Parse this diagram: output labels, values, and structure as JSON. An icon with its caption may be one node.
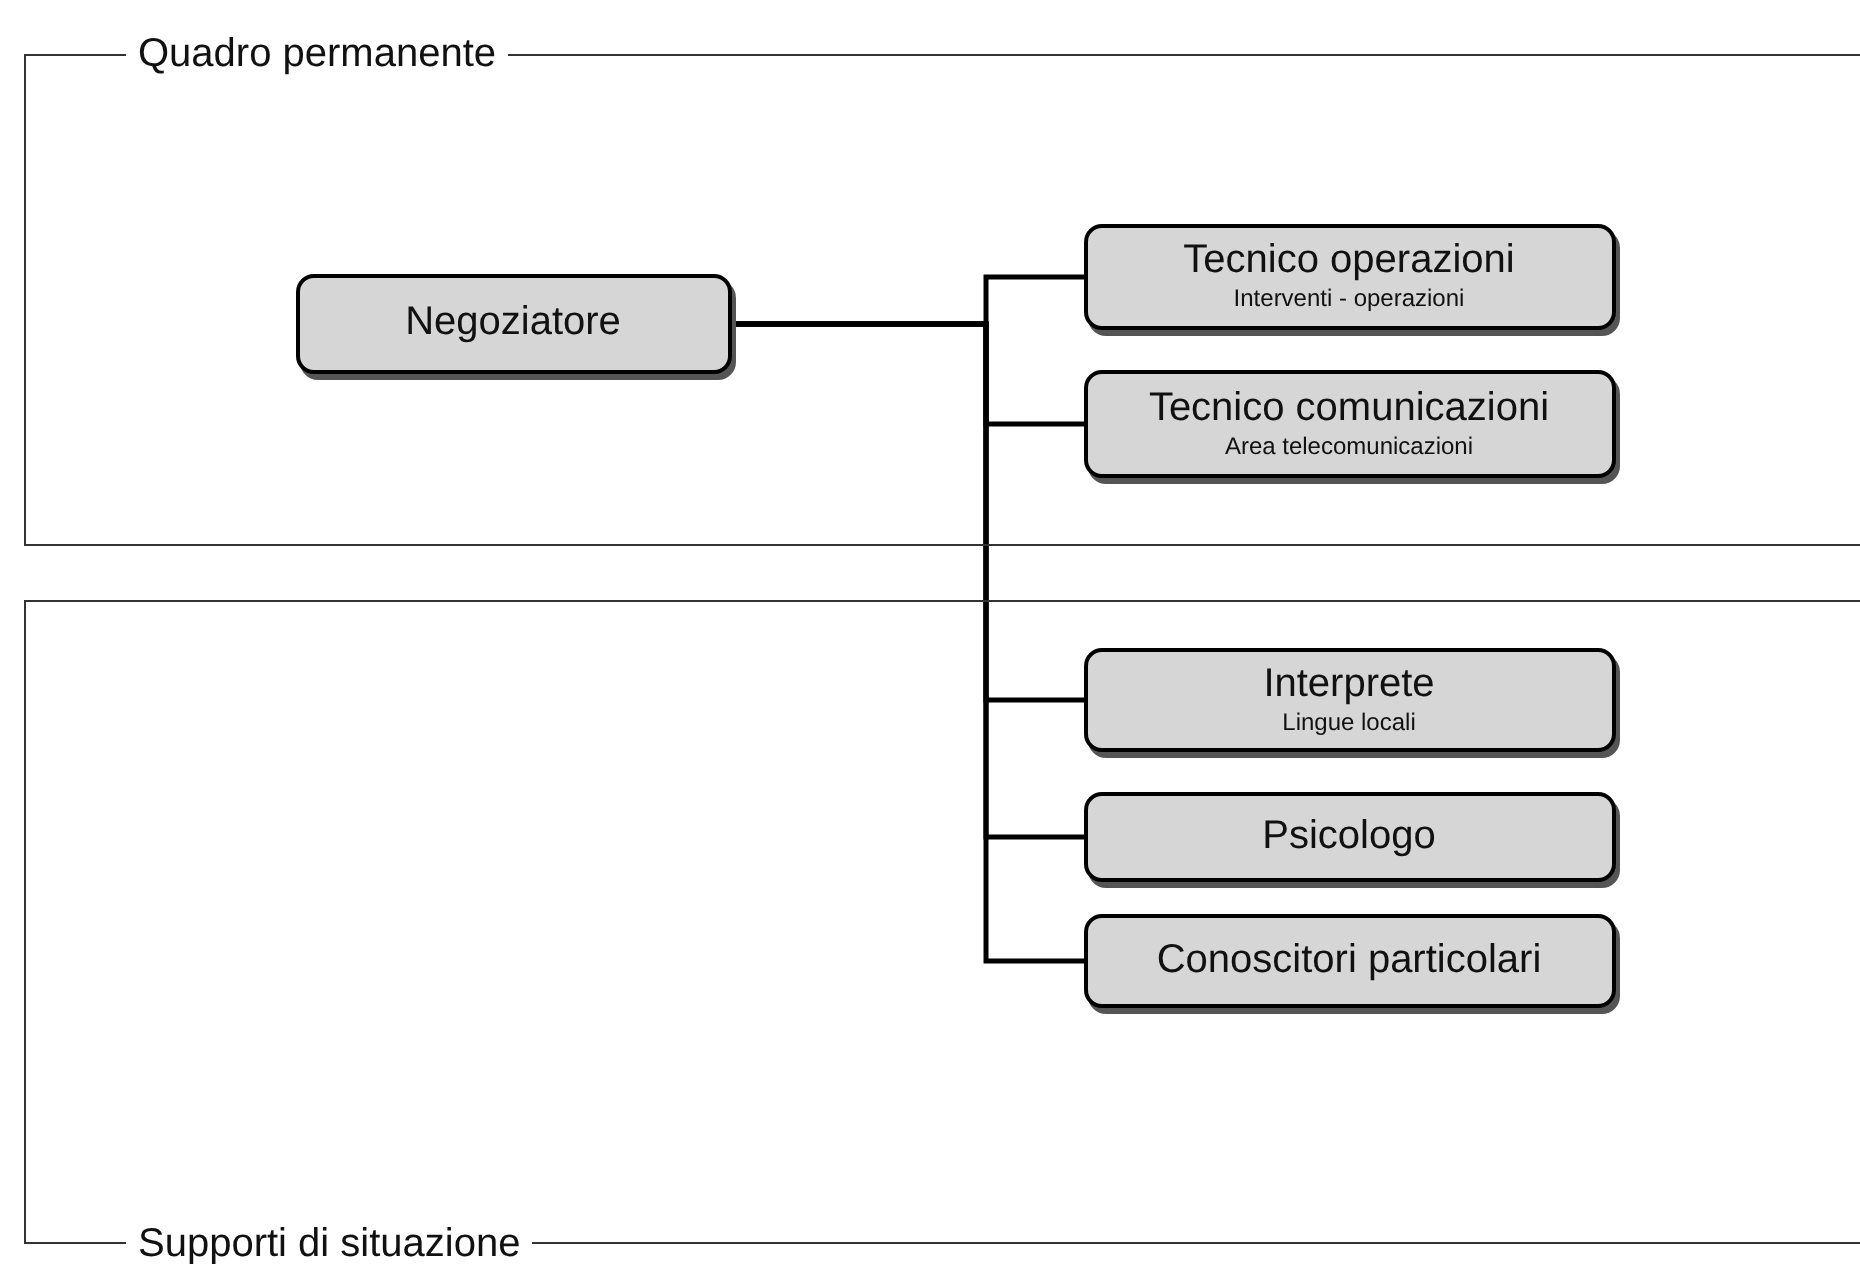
{
  "diagram": {
    "nodes": [
      {
        "text": [
          "Quadro permanente"
        ]
      },
      {
        "text": [
          "Negoziatore"
        ],
        "in": 0
      },
      {
        "text": [
          "Tecnico operazioni",
          "Interventi - operazioni"
        ],
        "in": 0
      },
      {
        "text": [
          "Tecnico comunicazioni",
          "Area telecomunicazioni"
        ],
        "in": 0
      },
      {
        "text": [
          "Supporti di situazione"
        ]
      },
      {
        "text": [
          "Interprete",
          "Lingue locali"
        ],
        "in": 4
      },
      {
        "text": [
          "Psicologo"
        ],
        "in": 4
      },
      {
        "text": [
          "Conoscitori particolari"
        ],
        "in": 4
      }
    ],
    "edges": [
      {
        "from": 1,
        "to": 2,
        "arrow": "none"
      },
      {
        "from": 1,
        "to": 3,
        "arrow": "none"
      },
      {
        "from": 1,
        "to": 5,
        "arrow": "none"
      },
      {
        "from": 1,
        "to": 6,
        "arrow": "none"
      },
      {
        "from": 1,
        "to": 7,
        "arrow": "none"
      }
    ]
  }
}
